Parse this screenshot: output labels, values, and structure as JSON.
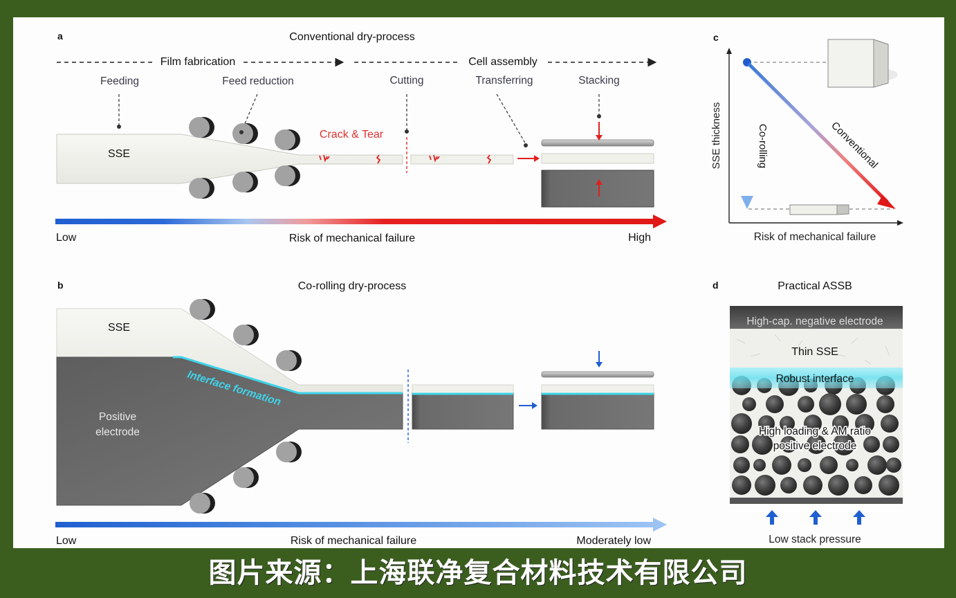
{
  "colors": {
    "frame_green": "#3b5e1f",
    "risk_low_blue": "#1f5fd0",
    "risk_high_red": "#e01818",
    "crack_red": "#e02020",
    "interface_cyan": "#3fd4ea",
    "electrode_gray": "#6b6b6b",
    "sse_white": "#f2f2ee"
  },
  "panel_a": {
    "letter": "a",
    "title": "Conventional dry-process",
    "stages": [
      "Film fabrication",
      "Cell assembly"
    ],
    "steps": [
      "Feeding",
      "Feed reduction",
      "Cutting",
      "Transferring",
      "Stacking"
    ],
    "sse_label": "SSE",
    "defect_label": "Crack & Tear",
    "risk_axis": {
      "label": "Risk of mechanical failure",
      "low": "Low",
      "high": "High"
    }
  },
  "panel_b": {
    "letter": "b",
    "title": "Co-rolling dry-process",
    "sse_label": "SSE",
    "electrode_label_line1": "Positive",
    "electrode_label_line2": "electrode",
    "interface_label": "Interface formation",
    "risk_axis": {
      "label": "Risk of mechanical failure",
      "low": "Low",
      "high": "Moderately low"
    }
  },
  "panel_c": {
    "letter": "c",
    "ylabel": "SSE thickness",
    "xlabel": "Risk of mechanical failure",
    "corolling_label": "Co-rolling",
    "conventional_label": "Conventional"
  },
  "panel_d": {
    "letter": "d",
    "title": "Practical ASSB",
    "negative_label": "High-cap. negative electrode",
    "sse_label": "Thin SSE",
    "interface_label": "Robust interface",
    "positive_label_line1": "High loading & AM ratio",
    "positive_label_line2": "positive electrode",
    "pressure_label": "Low stack pressure"
  },
  "caption": "图片来源：上海联净复合材料技术有限公司"
}
